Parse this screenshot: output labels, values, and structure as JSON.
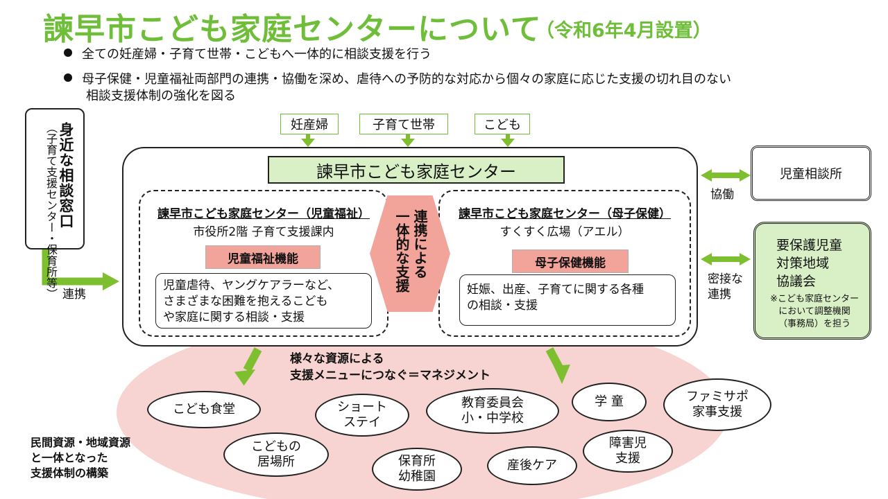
{
  "header": {
    "title": "諫早市こども家庭センターについて",
    "note": "（令和6年4月設置）"
  },
  "bullets": [
    "全ての妊産婦・子育て世帯・こどもへ一体的に相談支援を行う",
    "母子保健・児童福祉両部門の連携・協働を深め、虐待への予防的な対応から個々の家庭に応じた支援の切れ目のない",
    "相談支援体制の強化を図る"
  ],
  "left_window": {
    "title": "身近な相談窓口",
    "sub": "（子育て支援センター・保育所等）",
    "link_label": "連携"
  },
  "inputs": [
    "妊産婦",
    "子育て世帯",
    "こども"
  ],
  "center": {
    "title": "諫早市こども家庭センター",
    "welfare": {
      "title": "諫早市こども家庭センター（児童福祉）",
      "location": "市役所2階 子育て支援課内",
      "function": "児童福祉機能",
      "details": [
        "児童虐待、ヤングケアラーなど、",
        "さまざまな困難を抱えるこども",
        "や家庭に関する相談・支援"
      ]
    },
    "maternal": {
      "title": "諫早市こども家庭センター（母子保健）",
      "location": "すくすく広場（アエル）",
      "function": "母子保健機能",
      "details": [
        "妊娠、出産、子育てに関する各種",
        "の相談・支援"
      ]
    },
    "hex_lines": [
      "連携による",
      "一体的な支援"
    ]
  },
  "right": {
    "child_guidance": "児童相談所",
    "cooperation_label": "協働",
    "council_lines": [
      "要保護児童",
      "対策地域",
      "協議会"
    ],
    "council_note": [
      "※こども家庭センター",
      "において調整機関",
      "（事務局）を担う"
    ],
    "close_label": [
      "密接な",
      "連携"
    ]
  },
  "resources": {
    "heading": [
      "様々な資源による",
      "支援メニューにつなぐ＝マネジメント"
    ],
    "items": [
      [
        "こども食堂"
      ],
      [
        "ショート",
        "ステイ"
      ],
      [
        "教育委員会",
        "小・中学校"
      ],
      [
        "学 童"
      ],
      [
        "ファミサポ",
        "家事支援"
      ],
      [
        "こどもの",
        "居場所"
      ],
      [
        "保育所",
        "幼稚園"
      ],
      [
        "産後ケア"
      ],
      [
        "障害児",
        "支援"
      ]
    ]
  },
  "footer_note": [
    "民間資源・地域資源",
    "と一体となった",
    "支援体制の構築"
  ],
  "colors": {
    "title_green": "#6fbe3a",
    "arrow_green": "#7dbf2f",
    "light_green": "#d9f0c6",
    "salmon": "#f2a39a",
    "pink": "#f7d4d1"
  }
}
